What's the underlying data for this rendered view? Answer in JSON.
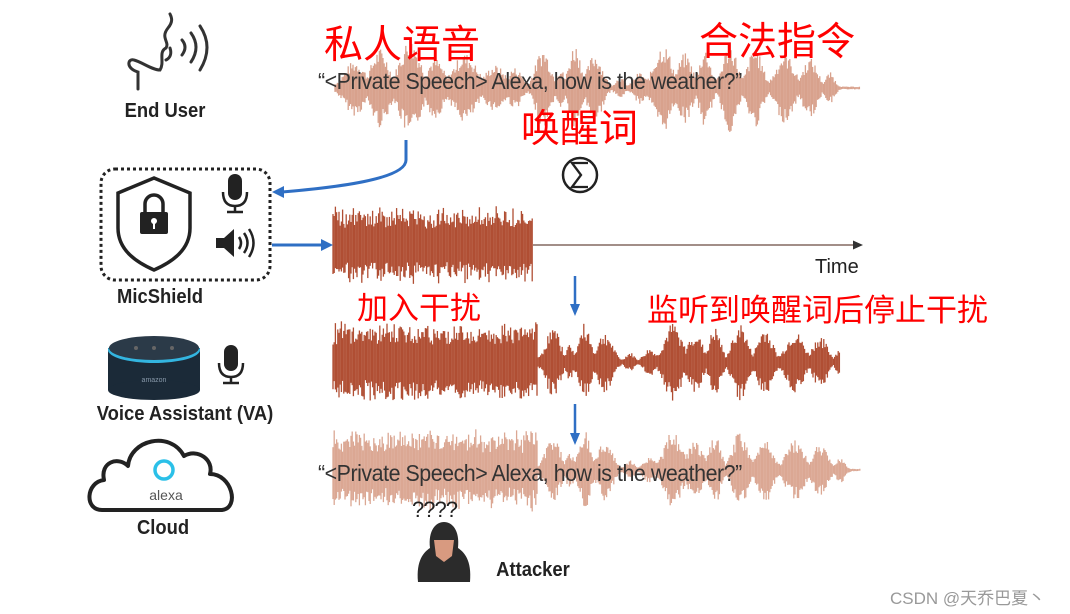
{
  "labels": {
    "end_user": "End User",
    "micshield": "MicShield",
    "voice_assistant": "Voice Assistant (VA)",
    "cloud": "Cloud",
    "attacker": "Attacker",
    "time_axis": "Time",
    "confusion": "????",
    "alexa_logo": "alexa",
    "amazon_logo": "amazon"
  },
  "annotations": {
    "private_speech": "私人语音",
    "legit_command": "合法指令",
    "wake_word": "唤醒词",
    "add_jamming": "加入干扰",
    "stop_jamming": "监听到唤醒词后停止干扰"
  },
  "utterance": {
    "top": "“<Private Speech> Alexa, how is the weather?”",
    "bottom": "“<Private Speech> Alexa, how is the weather?”"
  },
  "watermark": "CSDN @天乔巴夏丶",
  "colors": {
    "wave_dark": "#b04e33",
    "wave_light": "#cf8a70",
    "arrow_blue": "#2f6fc4",
    "annotation_red": "#ff0000"
  }
}
